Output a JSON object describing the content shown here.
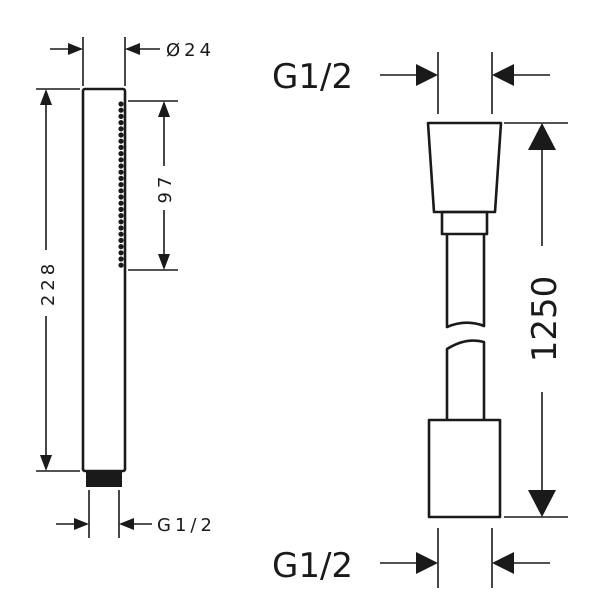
{
  "hand_shower": {
    "diameter_label": "Ø24",
    "length_label": "228",
    "spray_length_label": "97",
    "connection_label": "G1/2"
  },
  "hose": {
    "top_thread_label": "G1/2",
    "bottom_thread_label": "G1/2",
    "length_label": "1250"
  },
  "colors": {
    "line": "#1a1a1a",
    "background": "#ffffff"
  }
}
